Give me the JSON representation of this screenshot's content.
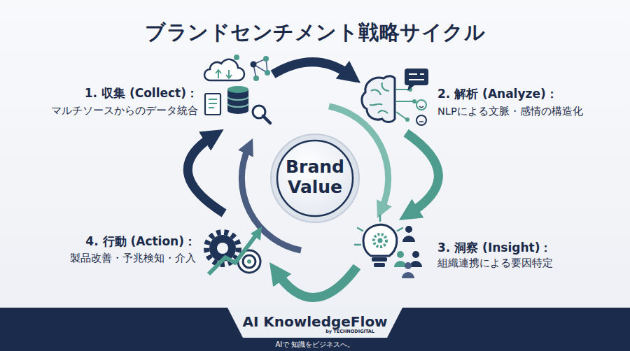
{
  "diagram": {
    "title": "ブランドセンチメント戦略サイクル",
    "nodes": [
      {
        "text": [
          "1. 収集 (Collect)：",
          "マルチソースからのデータ統合"
        ]
      },
      {
        "text": [
          "2. 解析 (Analyze)：",
          "NLPによる文脈・感情の構造化"
        ]
      },
      {
        "text": [
          "Brand Value"
        ]
      },
      {
        "text": [
          "3. 洞察 (Insight)：",
          "組織連携による要因特定"
        ]
      },
      {
        "text": [
          "4. 行動 (Action)：",
          "製品改善・予兆検知・介入"
        ]
      },
      {
        "text": [
          "AIで 知識をビジネスへ。"
        ]
      },
      {
        "text": [
          "AI KnowledgeFlow",
          "by TECHNODIGITAL"
        ],
        "in": 5
      }
    ],
    "edges": [
      {
        "from": 0,
        "to": 1,
        "arrow": "to"
      },
      {
        "from": 1,
        "to": 3,
        "arrow": "to"
      },
      {
        "from": 3,
        "to": 4,
        "arrow": "to"
      },
      {
        "from": 4,
        "to": 0,
        "arrow": "to"
      }
    ]
  }
}
